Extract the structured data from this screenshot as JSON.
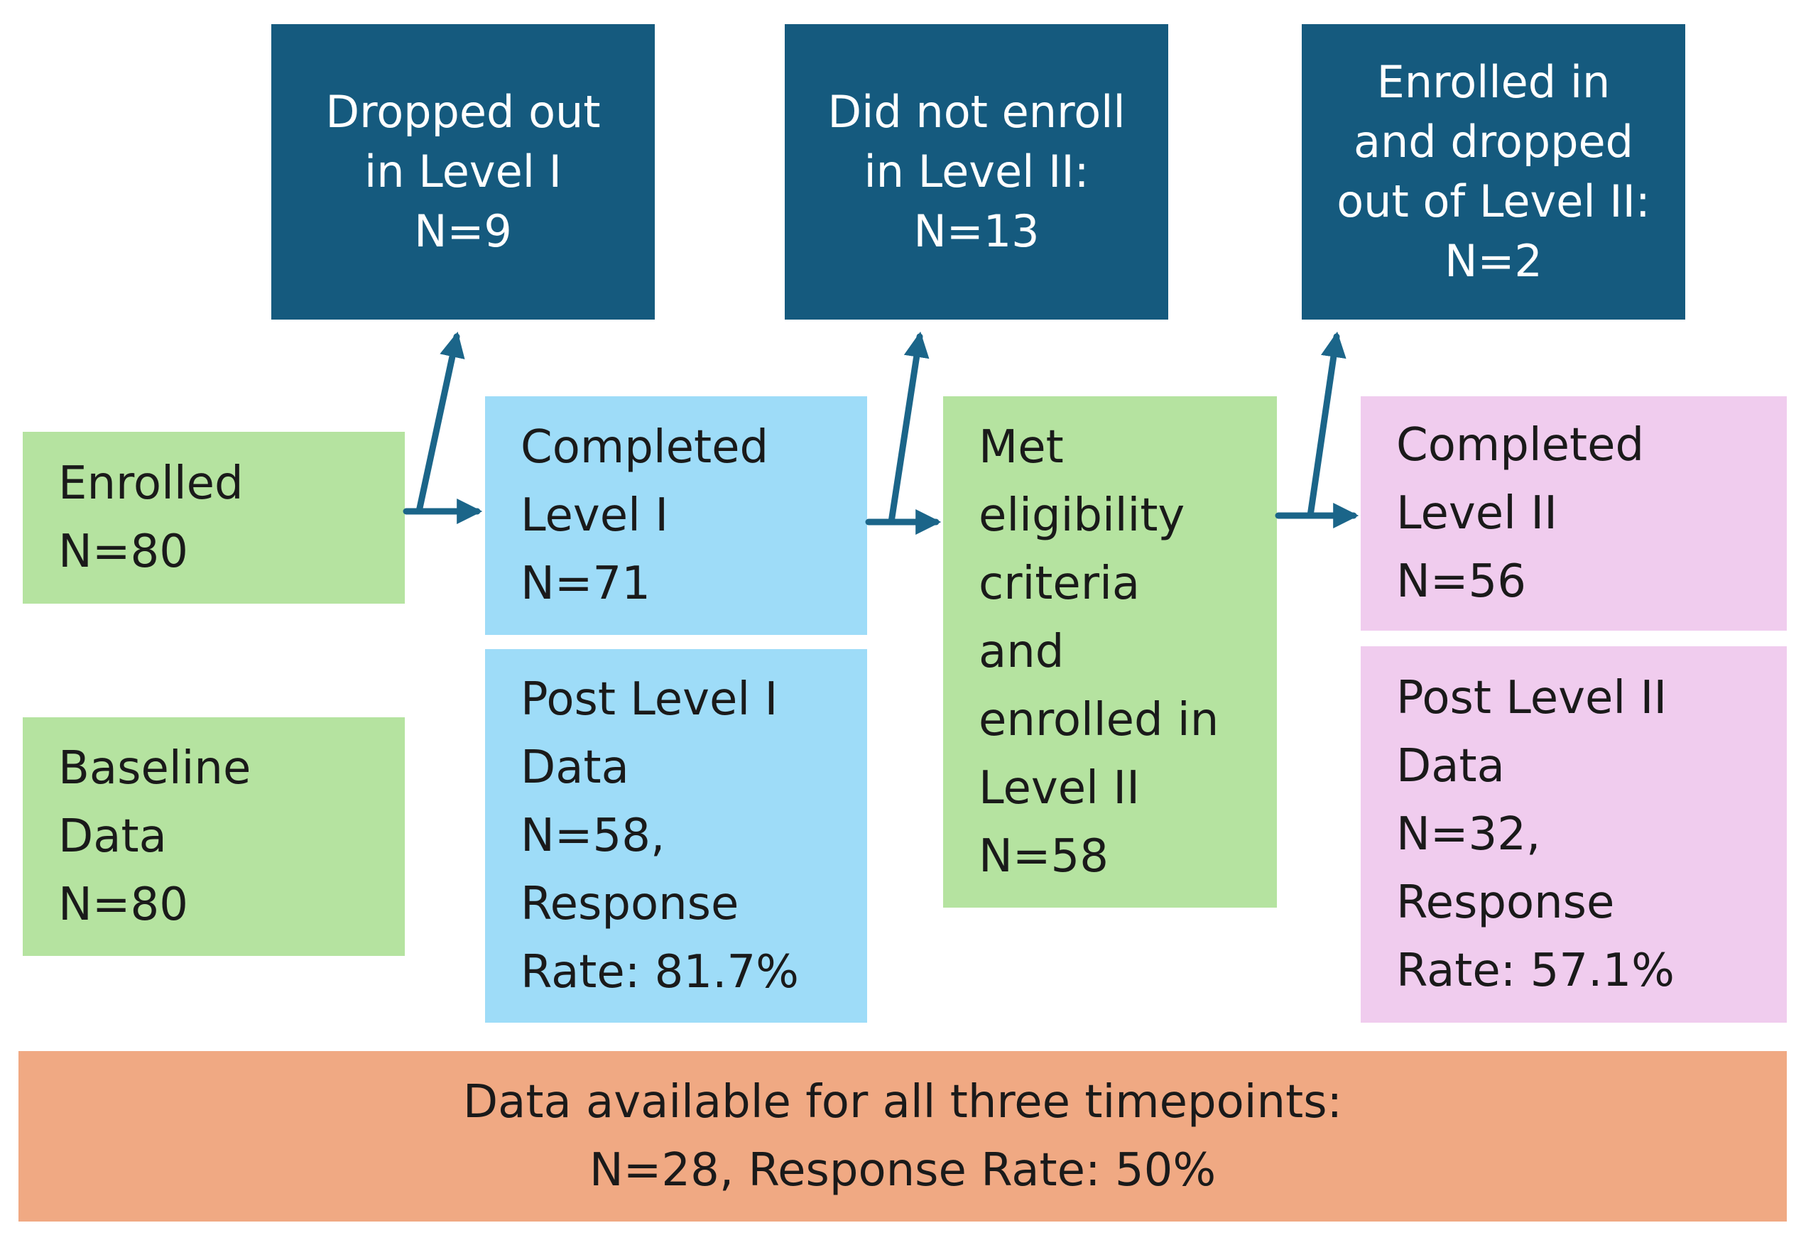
{
  "colors": {
    "dark": "#155A7E",
    "green": "#B5E3A0",
    "blue": "#9EDCF8",
    "pink": "#F0CCEE",
    "orange": "#F0A983",
    "arrow": "#1B6589"
  },
  "nodes": {
    "dropped_level1": {
      "lines": [
        "Dropped out",
        "in Level I",
        "N=9"
      ]
    },
    "not_enroll_level2": {
      "lines": [
        "Did not enroll",
        "in Level II:",
        "N=13"
      ]
    },
    "dropped_level2": {
      "lines": [
        "Enrolled in",
        "and dropped",
        "out of Level II:",
        "N=2"
      ]
    },
    "enrolled": {
      "lines": [
        "Enrolled",
        "N=80"
      ]
    },
    "baseline": {
      "lines": [
        "Baseline",
        "Data",
        "N=80"
      ]
    },
    "completed_level1": {
      "lines": [
        "Completed",
        "Level I",
        "N=71"
      ]
    },
    "post_level1": {
      "lines": [
        "Post Level I",
        "Data",
        "N=58,",
        "Response",
        "Rate: 81.7%"
      ]
    },
    "eligible_level2": {
      "lines": [
        "Met",
        "eligibility",
        "criteria",
        "and",
        "enrolled in",
        "Level II",
        "N=58"
      ]
    },
    "completed_level2": {
      "lines": [
        "Completed",
        "Level II",
        "N=56"
      ]
    },
    "post_level2": {
      "lines": [
        "Post Level II",
        "Data",
        "N=32,",
        "Response",
        "Rate: 57.1%"
      ]
    },
    "all_timepoints": {
      "lines": [
        "Data available for all three timepoints:",
        "N=28, Response Rate: 50%"
      ]
    }
  }
}
